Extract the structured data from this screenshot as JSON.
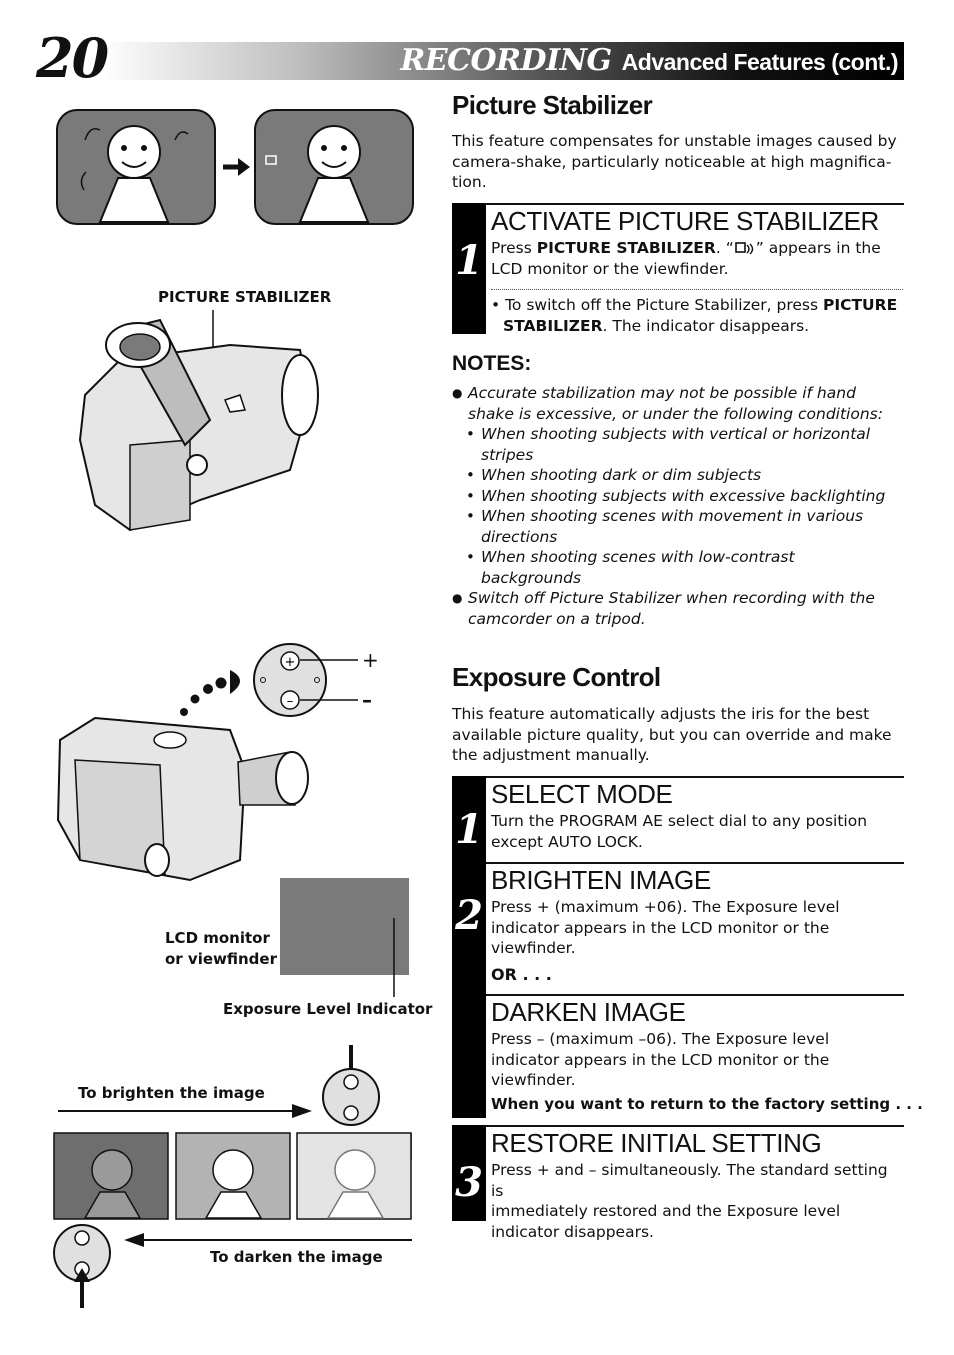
{
  "header": {
    "page_number": "20",
    "section": "RECORDING",
    "subtitle": "Advanced Features (cont.)"
  },
  "stabilizer": {
    "title": "Picture Stabilizer",
    "intro": [
      "This feature compensates for unstable images caused by",
      "camera-shake, particularly noticeable at high magnifica-",
      "tion."
    ],
    "step1": {
      "number": "1",
      "title": "ACTIVATE PICTURE STABILIZER",
      "line1_pre": "Press ",
      "line1_bold": "PICTURE STABILIZER",
      "line1_post": ". “",
      "line1_end": "” appears in the",
      "line2": "LCD monitor or the viewfinder.",
      "bullet_pre": "• To switch off the Picture Stabilizer, press ",
      "bullet_bold1": "PICTURE",
      "bullet_bold2": "STABILIZER",
      "bullet_post": ". The indicator disappears."
    },
    "notes_title": "NOTES:",
    "notes": [
      {
        "bullet": "●",
        "lines": [
          "Accurate stabilization may not be possible if hand",
          "shake is excessive, or under the following conditions:"
        ]
      },
      {
        "bullet": "•",
        "lines": [
          "When shooting subjects with vertical or horizontal",
          "stripes"
        ],
        "sub": true
      },
      {
        "bullet": "•",
        "lines": [
          "When shooting dark or dim subjects"
        ],
        "sub": true
      },
      {
        "bullet": "•",
        "lines": [
          "When shooting subjects with excessive backlighting"
        ],
        "sub": true
      },
      {
        "bullet": "•",
        "lines": [
          "When shooting scenes with movement in various",
          "directions"
        ],
        "sub": true
      },
      {
        "bullet": "•",
        "lines": [
          "When shooting scenes with low-contrast",
          "backgrounds"
        ],
        "sub": true
      },
      {
        "bullet": "●",
        "lines": [
          "Switch off Picture Stabilizer when recording with the",
          "camcorder on a tripod."
        ]
      }
    ]
  },
  "exposure": {
    "title": "Exposure Control",
    "intro": [
      "This feature automatically adjusts the iris for the best",
      "available picture quality, but you can override and make",
      "the adjustment manually."
    ],
    "step1": {
      "number": "1",
      "title": "SELECT MODE",
      "lines": [
        "Turn the PROGRAM AE select dial to any position",
        "except AUTO LOCK."
      ]
    },
    "step2": {
      "number": "2",
      "title": "BRIGHTEN IMAGE",
      "lines": [
        "Press + (maximum +06). The Exposure level",
        "indicator appears in the LCD monitor or the",
        "viewfinder."
      ],
      "or": "OR . . .",
      "title2": "DARKEN IMAGE",
      "lines2": [
        "Press – (maximum –06). The Exposure level",
        "indicator appears in the LCD monitor or the",
        "viewfinder."
      ],
      "factory": "When you want to return to the factory setting . . ."
    },
    "step3": {
      "number": "3",
      "title": "RESTORE INITIAL SETTING",
      "lines": [
        "Press + and – simultaneously. The standard setting is",
        "immediately restored and the Exposure level",
        "indicator disappears."
      ]
    }
  },
  "illustration": {
    "label_stabilizer": "PICTURE STABILIZER",
    "label_lcd_1": "LCD monitor",
    "label_lcd_2": "or viewfinder",
    "label_exposure": "Exposure Level Indicator",
    "label_brighten": "To brighten the image",
    "label_darken": "To darken the image",
    "plus": "+",
    "minus": "–"
  }
}
